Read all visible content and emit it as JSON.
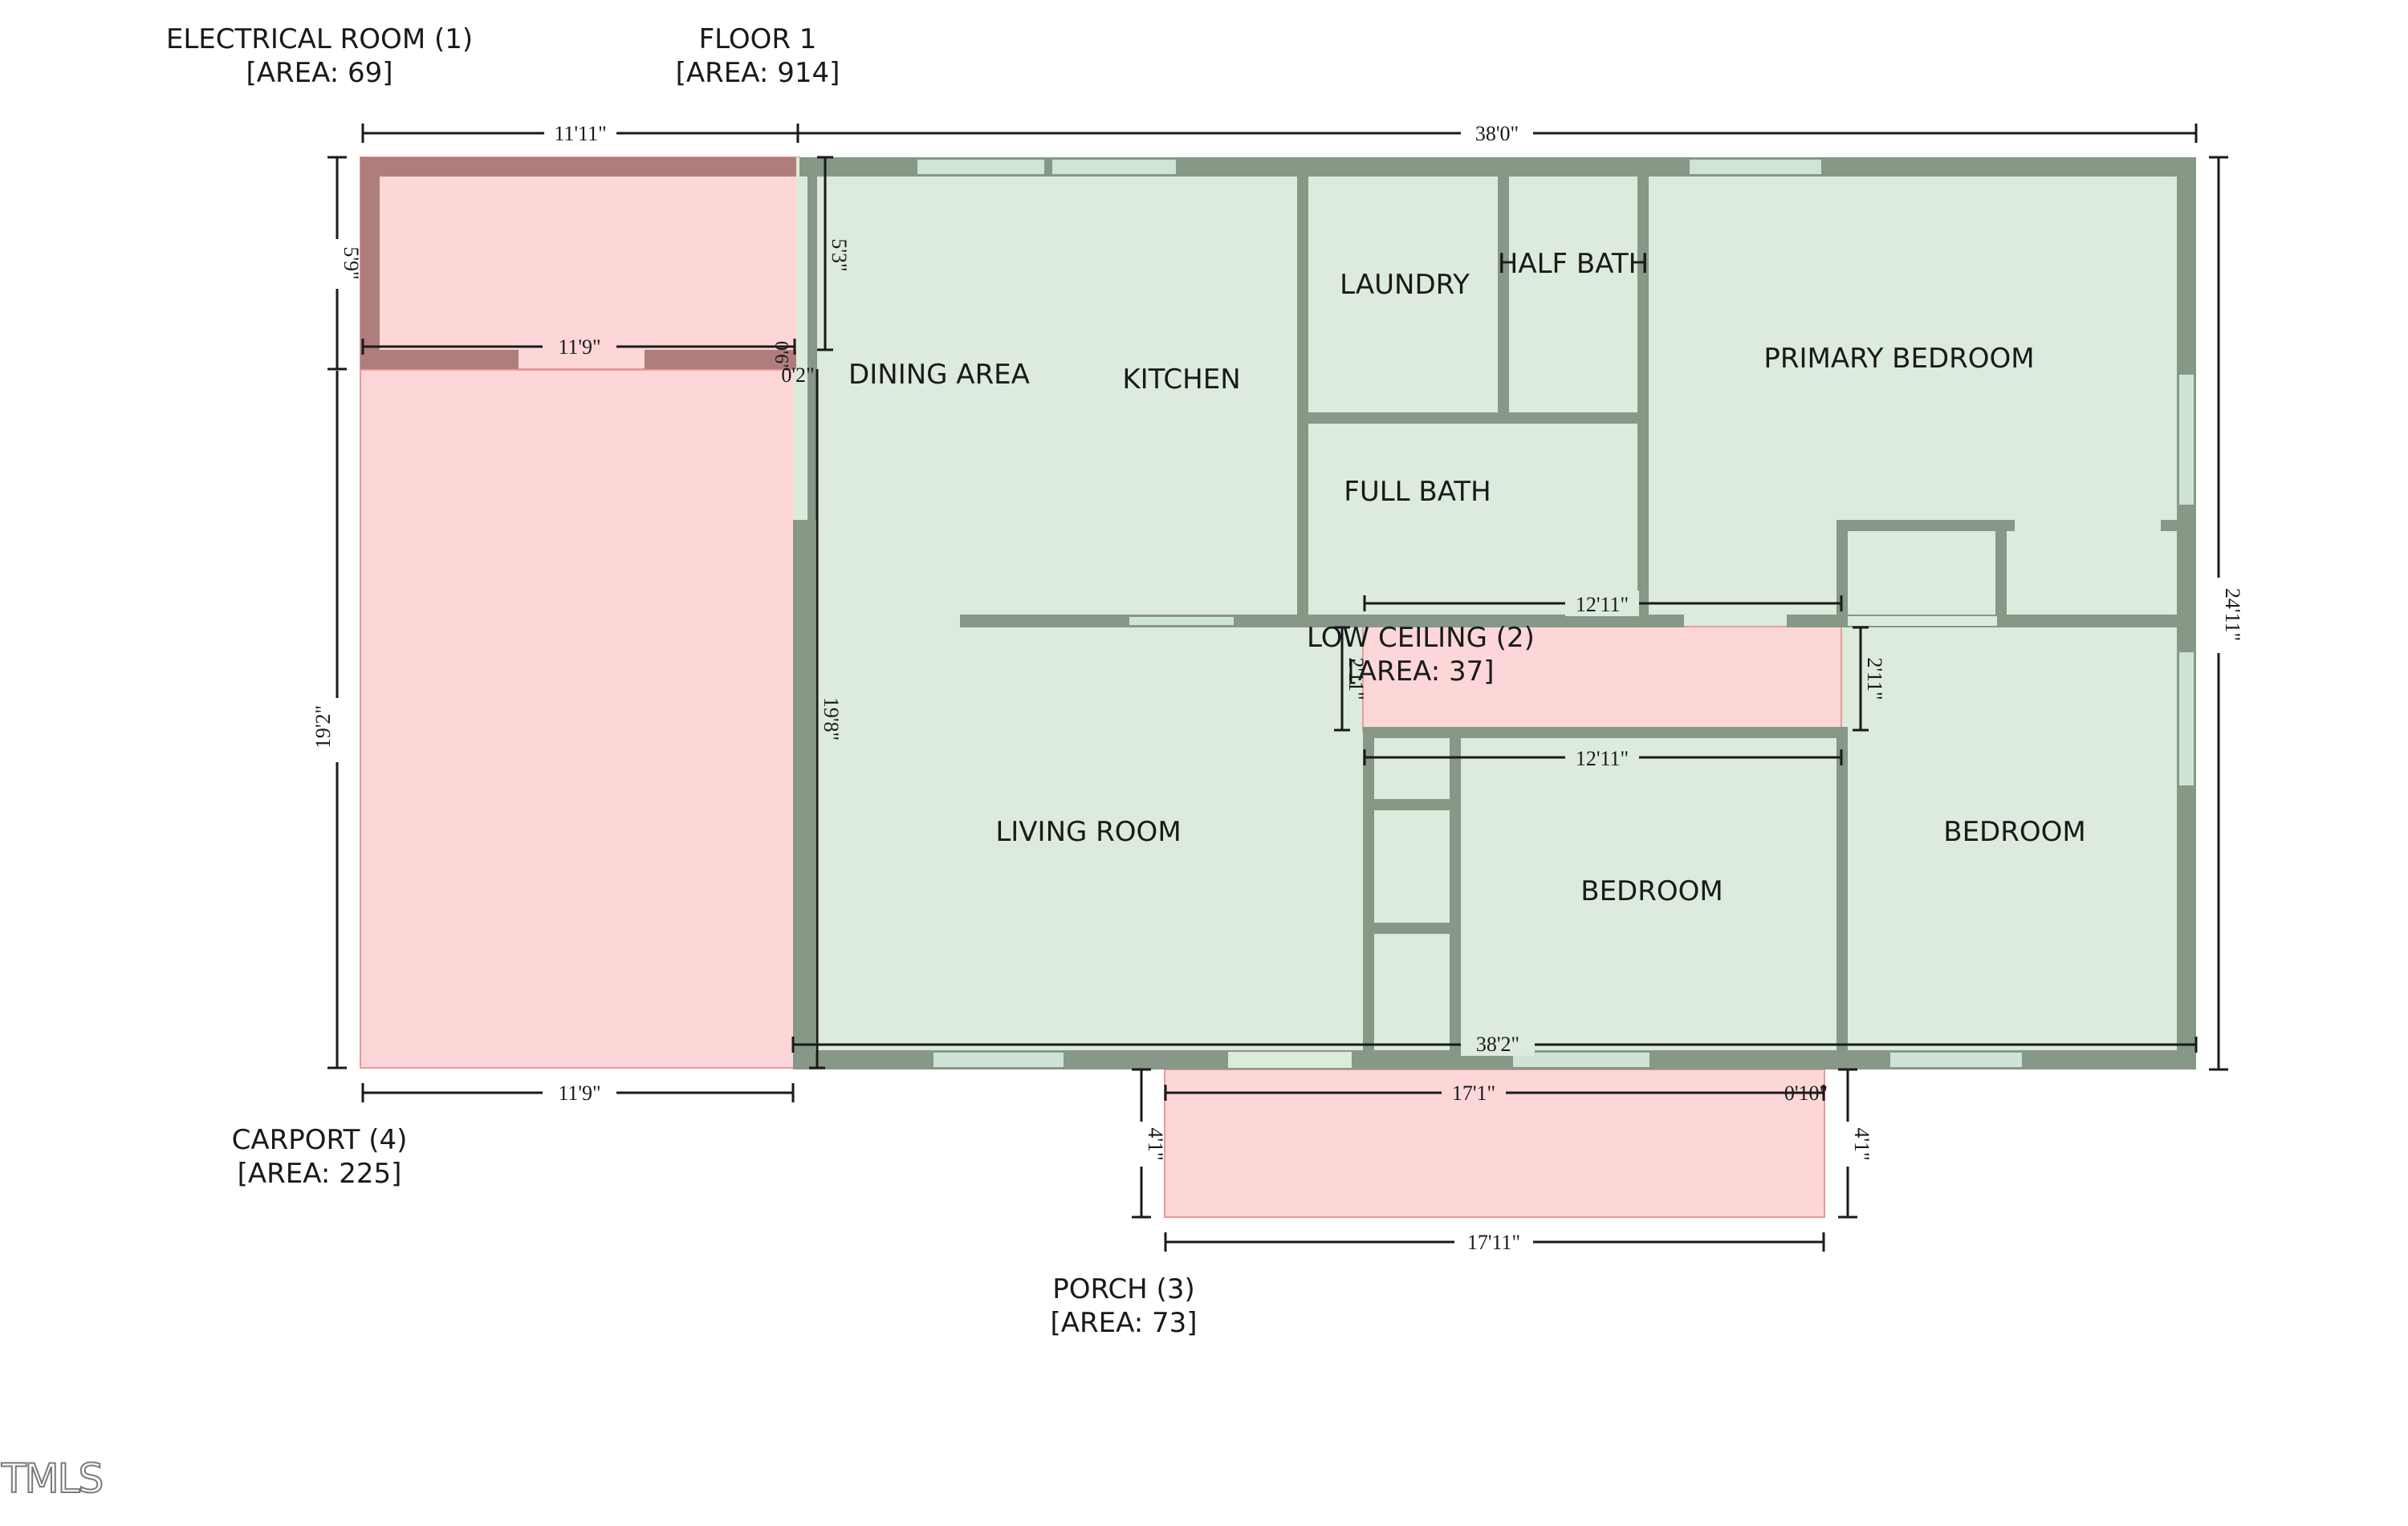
{
  "colors": {
    "floor_fill": "#dcebdc",
    "wall": "#879886",
    "window": "#cfe3d6",
    "exterior_fill": "#fdd7d7",
    "exterior_edge": "#e89a9a",
    "exterior_wall": "#b07d7d"
  },
  "areas": {
    "floor1": {
      "name": "FLOOR 1",
      "area": "[AREA: 914]"
    },
    "electrical": {
      "name": "ELECTRICAL ROOM (1)",
      "area": "[AREA: 69]"
    },
    "low_ceiling": {
      "name": "LOW CEILING (2)",
      "area": "[AREA: 37]"
    },
    "porch": {
      "name": "PORCH (3)",
      "area": "[AREA: 73]"
    },
    "carport": {
      "name": "CARPORT (4)",
      "area": "[AREA: 225]"
    }
  },
  "rooms": {
    "dining_area": "DINING AREA",
    "kitchen": "KITCHEN",
    "laundry": "LAUNDRY",
    "half_bath": "HALF BATH",
    "primary_bedroom": "PRIMARY BEDROOM",
    "full_bath": "FULL BATH",
    "living_room": "LIVING ROOM",
    "bedroom_center": "BEDROOM",
    "bedroom_right": "BEDROOM"
  },
  "dimensions": {
    "top_electrical": "11'11\"",
    "top_floor": "38'0\"",
    "left_electrical": "5'9\"",
    "electrical_inner": "11'9\"",
    "electrical_right": "5'3\"",
    "gap_a": "0'6\"",
    "gap_b": "0'2\"",
    "left_carport": "19'2\"",
    "carport_inner_right": "19'8\"",
    "right_floor": "24'11\"",
    "low_ceiling_top": "12'11\"",
    "low_ceiling_bottom": "12'11\"",
    "low_ceiling_left": "2'11\"",
    "low_ceiling_right": "2'11\"",
    "bottom_floor": "38'2\"",
    "carport_bottom": "11'9\"",
    "porch_top": "17'1\"",
    "porch_top_right": "0'10\"",
    "porch_left": "4'1\"",
    "porch_right": "4'1\"",
    "porch_bottom": "17'11\""
  },
  "watermark": "TMLS"
}
